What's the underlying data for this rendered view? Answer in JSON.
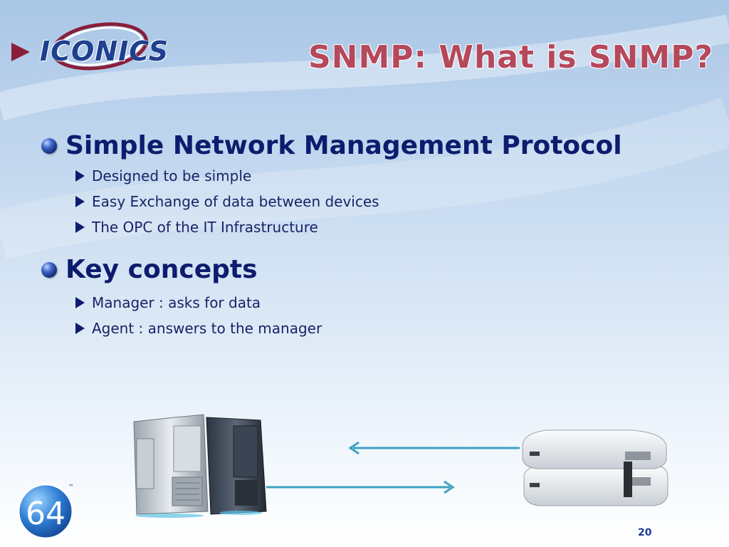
{
  "logo": {
    "text": "ICONICS",
    "icon": "play-arrow-icon"
  },
  "title": "SNMP: What is SNMP?",
  "sections": [
    {
      "heading": "Simple Network Management Protocol",
      "items": [
        "Designed to be simple",
        "Easy Exchange of data between devices",
        "The OPC of the IT Infrastructure"
      ]
    },
    {
      "heading": "Key concepts",
      "items": [
        "Manager : asks for data",
        "Agent : answers to the manager"
      ]
    }
  ],
  "badge": {
    "number": "64",
    "trademark": "™"
  },
  "page_number": "20",
  "colors": {
    "title": "#b5485b",
    "heading": "#0e1c6e",
    "arrow": "#3ea2bf",
    "logo_arrow": "#8a1f3a",
    "logo_text": "#1f3f8f"
  }
}
